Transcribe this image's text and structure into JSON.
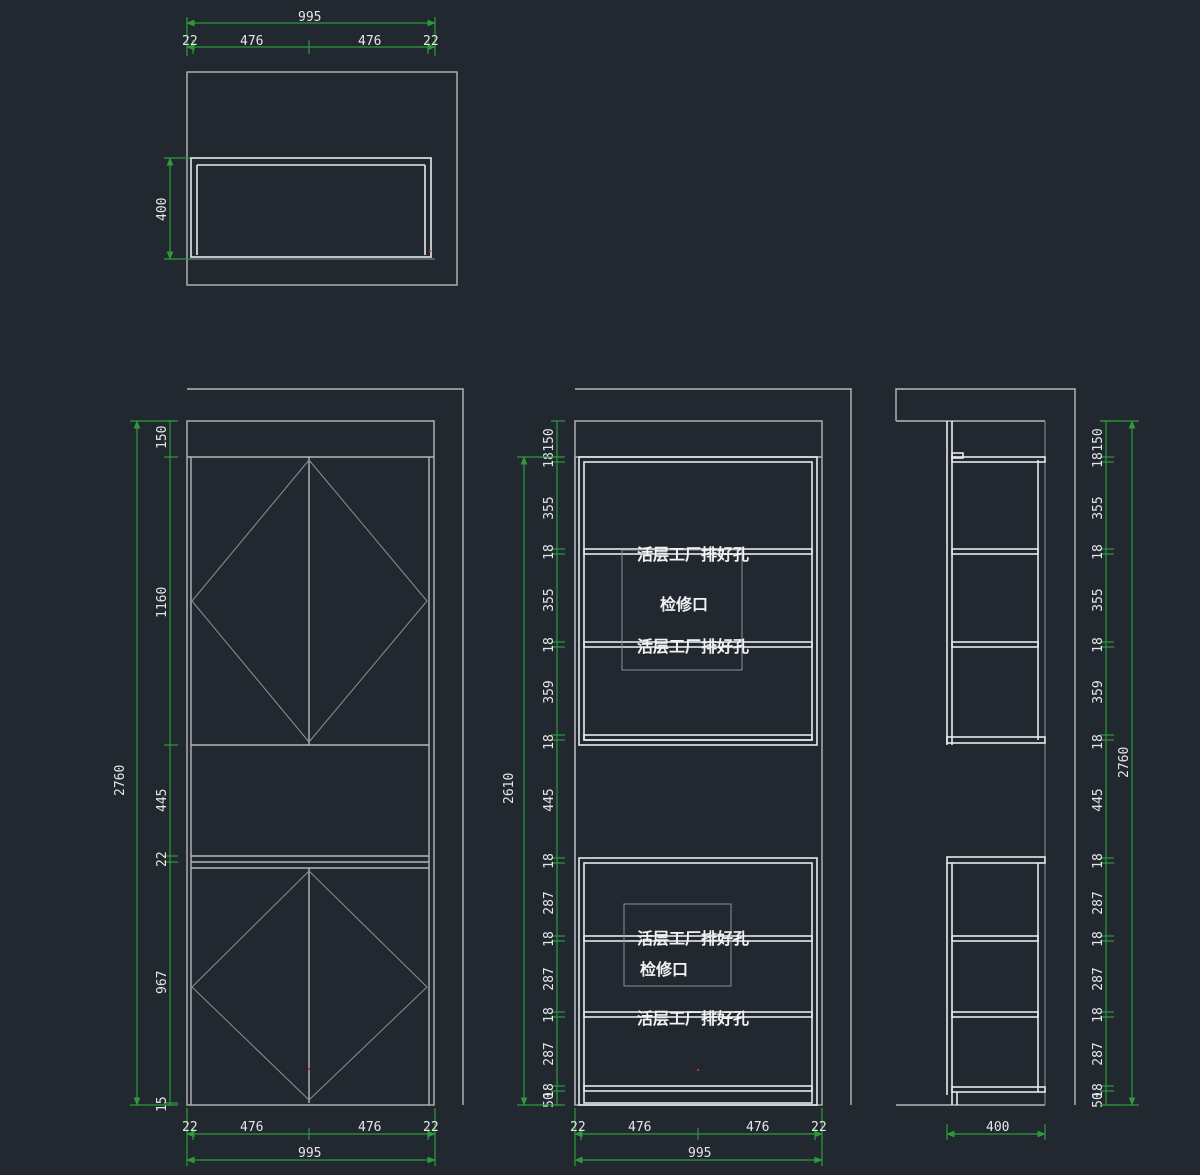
{
  "colors": {
    "background": "#212830",
    "line": "#b4b8bc",
    "dimension": "#2e9a3a",
    "text": "#e6e6e6"
  },
  "plan_view": {
    "top_total": "995",
    "top_parts": [
      "22",
      "476",
      "476",
      "22"
    ],
    "depth": "400"
  },
  "front_view": {
    "total_height": "2760",
    "heights": [
      "150",
      "1160",
      "445",
      "22",
      "967",
      "15"
    ],
    "bottom_parts": [
      "22",
      "476",
      "476",
      "22"
    ],
    "bottom_total": "995"
  },
  "inner_view": {
    "total_height": "2610",
    "heights": [
      "150",
      "18",
      "355",
      "18",
      "355",
      "18",
      "359",
      "18",
      "445",
      "18",
      "287",
      "18",
      "287",
      "18",
      "287",
      "18",
      "50"
    ],
    "notes": {
      "shelf_note_1": "活层工厂排好孔",
      "inspection_1": "检修口",
      "shelf_note_2": "活层工厂排好孔",
      "shelf_note_3": "活层工厂排好孔",
      "inspection_2": "检修口",
      "shelf_note_4": "活层工厂排好孔"
    },
    "bottom_parts": [
      "22",
      "476",
      "476",
      "22"
    ],
    "bottom_total": "995"
  },
  "side_view": {
    "total_height": "2760",
    "heights": [
      "150",
      "18",
      "355",
      "18",
      "355",
      "18",
      "359",
      "18",
      "445",
      "18",
      "287",
      "18",
      "287",
      "18",
      "287",
      "18",
      "50"
    ],
    "depth": "400"
  }
}
